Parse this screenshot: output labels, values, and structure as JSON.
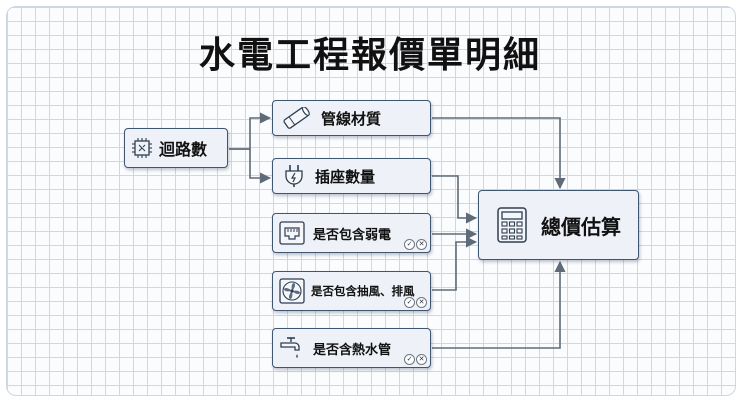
{
  "title": "水電工程報價單明細",
  "nodes": {
    "circuit": {
      "label": "迴路數",
      "icon": "circuit-chip-icon"
    },
    "pipe": {
      "label": "管線材質",
      "icon": "pipe-icon"
    },
    "outlet": {
      "label": "插座數量",
      "icon": "power-plug-icon"
    },
    "weak_current": {
      "label": "是否包含弱電",
      "icon": "network-port-icon"
    },
    "fan": {
      "label": "是否包含抽風、排風",
      "icon": "exhaust-fan-icon"
    },
    "hot_water": {
      "label": "是否含熱水管",
      "icon": "faucet-icon"
    },
    "total": {
      "label": "總價估算",
      "icon": "calculator-icon"
    }
  },
  "toggle_icons": [
    "check-icon",
    "cross-icon"
  ],
  "colors": {
    "node_fill": "#eef2f8",
    "node_border": "#3e5670",
    "connector": "#5f6b78"
  }
}
